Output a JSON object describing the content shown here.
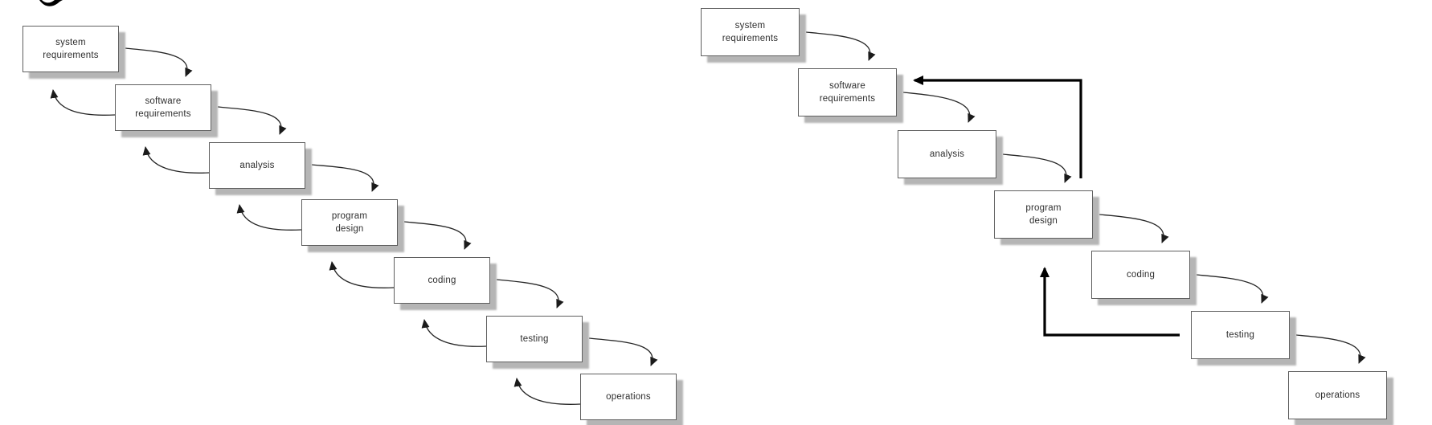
{
  "artifacts": {
    "cropped_heading_glyph": "partial-letter-descender-icon"
  },
  "colors": {
    "background": "#ffffff",
    "box_fill": "#ffffff",
    "box_border": "#5f5f5f",
    "box_shadow": "#b5b5b5",
    "thin_arrow": "#262626",
    "feedback_arrow": "#000000",
    "text": "#2e2e2e"
  },
  "left_diagram": {
    "steps": [
      "system\nrequirements",
      "software\nrequirements",
      "analysis",
      "program\ndesign",
      "coding",
      "testing",
      "operations"
    ],
    "forward_links": [
      [
        "system requirements",
        "software requirements"
      ],
      [
        "software requirements",
        "analysis"
      ],
      [
        "analysis",
        "program design"
      ],
      [
        "program design",
        "coding"
      ],
      [
        "coding",
        "testing"
      ],
      [
        "testing",
        "operations"
      ]
    ],
    "backward_links": [
      [
        "software requirements",
        "system requirements"
      ],
      [
        "analysis",
        "software requirements"
      ],
      [
        "program design",
        "analysis"
      ],
      [
        "coding",
        "program design"
      ],
      [
        "testing",
        "coding"
      ],
      [
        "operations",
        "testing"
      ]
    ]
  },
  "right_diagram": {
    "steps": [
      "system\nrequirements",
      "software\nrequirements",
      "analysis",
      "program\ndesign",
      "coding",
      "testing",
      "operations"
    ],
    "forward_links": [
      [
        "system requirements",
        "software requirements"
      ],
      [
        "software requirements",
        "analysis"
      ],
      [
        "analysis",
        "program design"
      ],
      [
        "program design",
        "coding"
      ],
      [
        "coding",
        "testing"
      ],
      [
        "testing",
        "operations"
      ]
    ],
    "feedback_links": [
      [
        "program design",
        "software requirements"
      ],
      [
        "testing",
        "program design"
      ]
    ]
  }
}
